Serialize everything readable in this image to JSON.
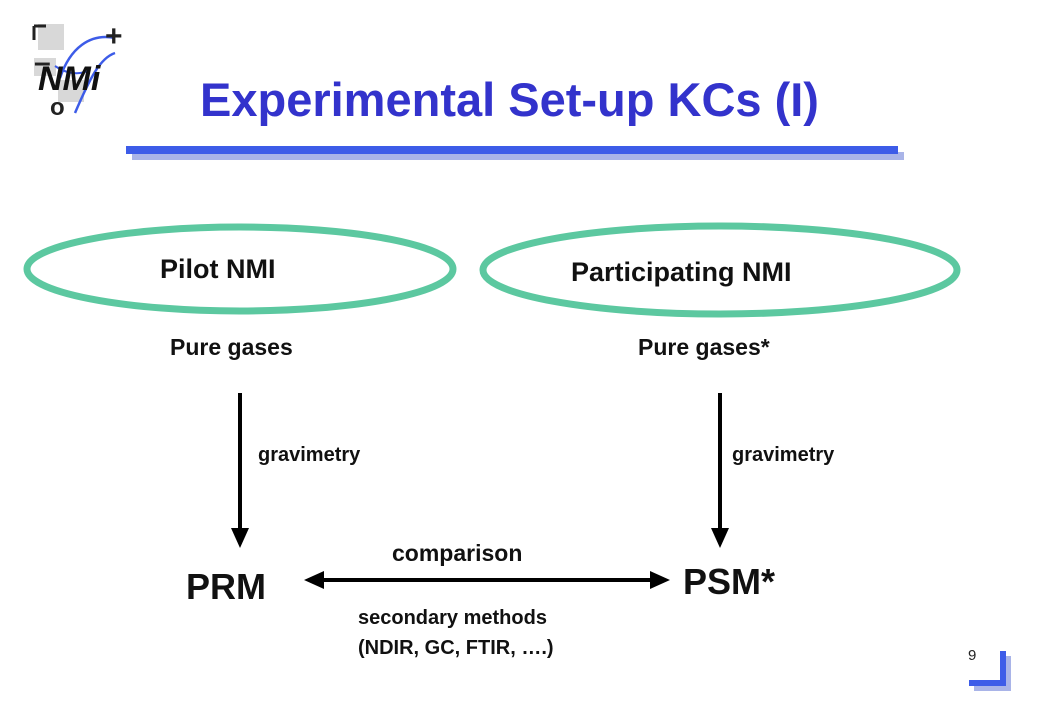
{
  "slide": {
    "title": "Experimental Set-up KCs (I)",
    "page_number": "9"
  },
  "logo": {
    "text": "NMi",
    "plus": "+",
    "minus": "–",
    "circle": "o"
  },
  "diagram": {
    "left_node": "Pilot NMI",
    "right_node": "Participating NMI",
    "left_source": "Pure gases",
    "right_source": "Pure gases*",
    "left_arrow_label": "gravimetry",
    "right_arrow_label": "gravimetry",
    "left_result": "PRM",
    "right_result": "PSM*",
    "link_label": "comparison",
    "link_sublabel_1": "secondary methods",
    "link_sublabel_2": "(NDIR, GC, FTIR, ….)"
  },
  "colors": {
    "title": "#3333cc",
    "underline": "#3d5ce8",
    "underline_shadow": "#a9b4e8",
    "oval": "#5cc8a0",
    "corner_bracket": "#3d5ce8"
  }
}
